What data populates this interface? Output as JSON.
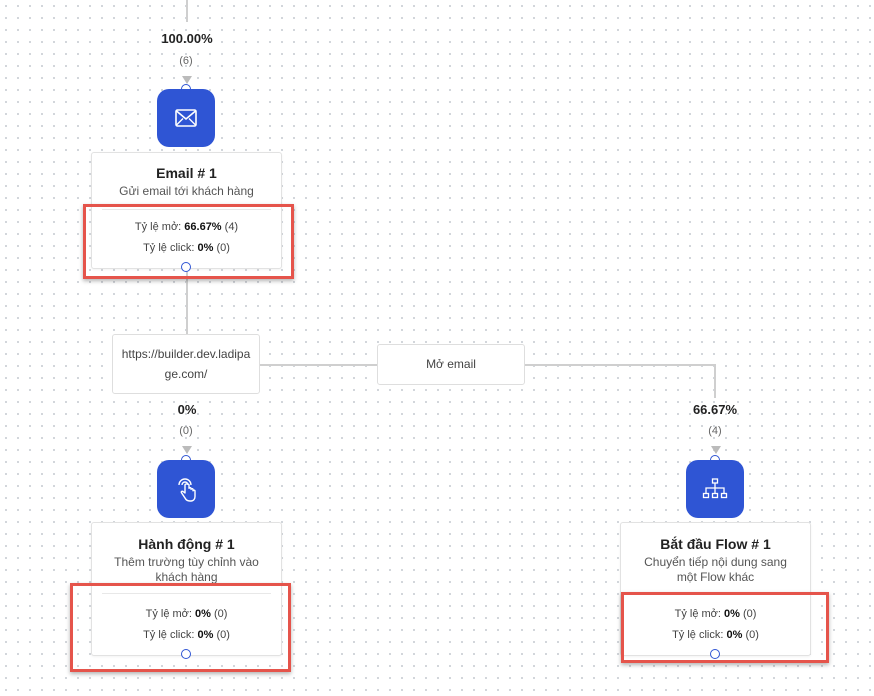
{
  "email_node": {
    "percent": "100.00%",
    "count": "(6)",
    "icon": "mail-icon",
    "title": "Email # 1",
    "subtitle": "Gửi email tới khách hàng",
    "open_label": "Tỷ lệ mở:",
    "open_value": "66.67%",
    "open_count": "(4)",
    "click_label": "Tỷ lệ click:",
    "click_value": "0%",
    "click_count": "(0)"
  },
  "branches": {
    "link_label": "https://builder.dev.ladipage.com/",
    "open_label": "Mở email"
  },
  "action_node": {
    "percent": "0%",
    "count": "(0)",
    "icon": "touch-icon",
    "title": "Hành động # 1",
    "subtitle": "Thêm trường tùy chỉnh vào khách hàng",
    "open_label": "Tỷ lệ mở:",
    "open_value": "0%",
    "open_count": "(0)",
    "click_label": "Tỷ lệ click:",
    "click_value": "0%",
    "click_count": "(0)"
  },
  "flow_node": {
    "percent": "66.67%",
    "count": "(4)",
    "icon": "sitemap-icon",
    "title": "Bắt đầu Flow # 1",
    "subtitle": "Chuyển tiếp nội dung sang một Flow khác",
    "open_label": "Tỷ lệ mở:",
    "open_value": "0%",
    "open_count": "(0)",
    "click_label": "Tỷ lệ click:",
    "click_value": "0%",
    "click_count": "(0)"
  },
  "colors": {
    "node_blue": "#2f55d4",
    "highlight_red": "#e5544b"
  }
}
